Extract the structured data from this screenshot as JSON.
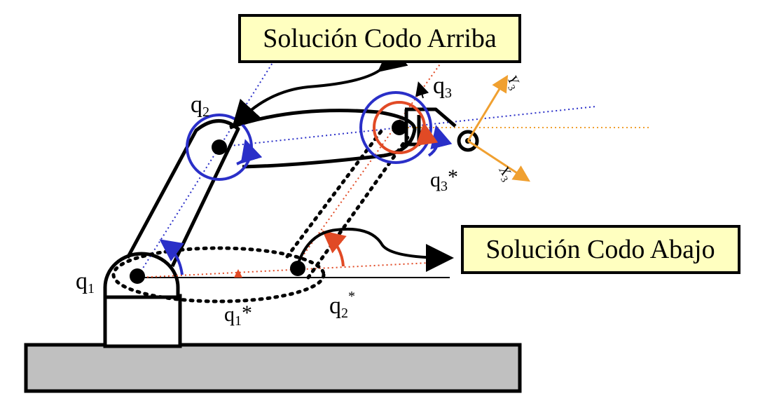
{
  "labels": {
    "elbow_up": "Solución Codo Arriba",
    "elbow_down": "Solución Codo Abajo"
  },
  "joints": {
    "q1": {
      "base": "q",
      "sub": "1"
    },
    "q2": {
      "base": "q",
      "sub": "2"
    },
    "q3": {
      "base": "q",
      "sub": "3"
    },
    "q1_star": {
      "base": "q",
      "sub": "1",
      "sup": "*"
    },
    "q2_star": {
      "base": "q",
      "sub": "2",
      "sup": "*"
    },
    "q3_star": {
      "base": "q",
      "sub": "3",
      "sup": "*"
    }
  },
  "axes": {
    "y3": {
      "base": "Y",
      "sub": "3"
    },
    "x3": {
      "base": "X",
      "sub": "3"
    }
  },
  "colors": {
    "label_fill": "#ffffc0",
    "ground_fill": "#c0c0c0",
    "blue": "#2a2fc8",
    "red": "#e14a25",
    "orange": "#f0a030",
    "black": "#000000"
  }
}
